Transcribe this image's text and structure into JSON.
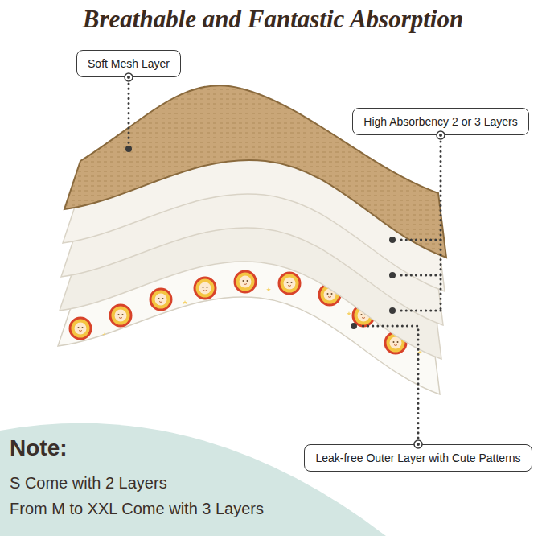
{
  "diagram": {
    "title": "Breathable and Fantastic Absorption",
    "nodes": [
      {
        "text": [
          "Soft Mesh Layer"
        ]
      },
      {
        "text": [
          "High Absorbency 2 or 3 Layers"
        ]
      },
      {
        "text": [
          "Note:",
          "S Come with 2 Layers",
          "From M to XXL Come with 3 Layers"
        ]
      },
      {
        "text": [
          "Leak-free Outer Layer with Cute Patterns"
        ]
      }
    ]
  }
}
